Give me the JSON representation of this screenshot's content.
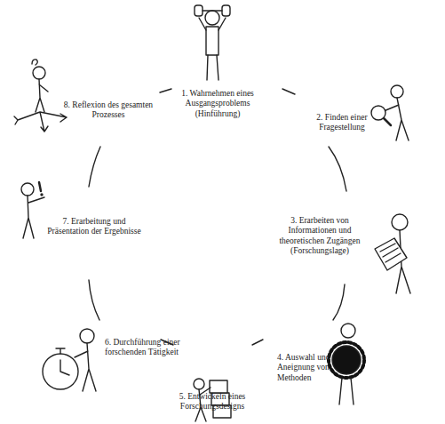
{
  "diagram": {
    "labels": [
      "1. Wahrnehmen eines Ausgangsproblems (Hinführung)",
      "2. Finden einer Fragestellung",
      "3. Erarbeiten von Informationen und theoretischen Zugängen (Forschungslage)",
      "4. Auswahl und Aneignung von Methoden",
      "5. Entwickeln eines Forschungsdesigns",
      "6. Durchführung einer forschenden Tätigkeit",
      "7. Erarbeitung und Präsentation der Ergebnisse",
      "8. Reflexion des gesamten Prozesses"
    ]
  }
}
